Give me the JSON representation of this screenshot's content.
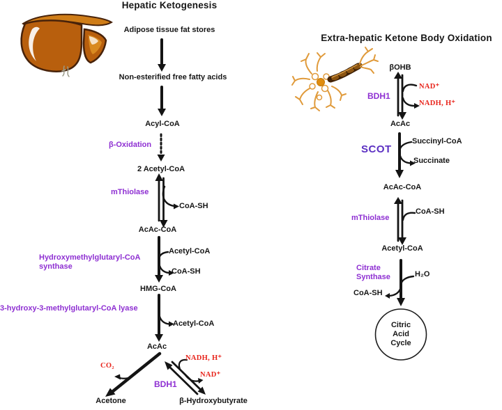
{
  "colors": {
    "enzyme_purple": "#8e2fd2",
    "scot_purple": "#5b2fc2",
    "cofactor_red": "#e8231a",
    "ink": "#141414",
    "liver_orange": "#b85f0d",
    "neuron_orange": "#e09a3a"
  },
  "illustrations": {
    "liver": "liver-cartoon",
    "neuron": "neuron-cartoon"
  },
  "left": {
    "title": "Hepatic Ketogenesis",
    "adipose": "Adipose tissue fat stores",
    "nefa": "Non-esterified free fatty acids",
    "acyl_coa": "Acyl-CoA",
    "beta_oxidation": "β-Oxidation",
    "two_acetyl_coa": "2 Acetyl-CoA",
    "mthiolase": "mThiolase",
    "coa_sh_thiolase": "CoA-SH",
    "acac_coa": "AcAc-CoA",
    "acetyl_coa_in": "Acetyl-CoA",
    "hmg_synthase": "Hydroxymethylglutaryl-CoA synthase",
    "coa_sh_synthase": "CoA-SH",
    "hmg_coa": "HMG-CoA",
    "hmg_lyase": "3-hydroxy-3-methylglutaryl-CoA lyase",
    "acetyl_coa_out": "Acetyl-CoA",
    "acac": "AcAc",
    "co2": "CO₂",
    "nadh_h": "NADH, H⁺",
    "nad": "NAD⁺",
    "bdh1": "BDH1",
    "acetone": "Acetone",
    "beta_hydroxybutyrate": "β-Hydroxybutyrate"
  },
  "right": {
    "title": "Extra-hepatic Ketone Body Oxidation",
    "bohb": "βOHB",
    "bdh1": "BDH1",
    "nad": "NAD⁺",
    "nadh_h": "NADH, H⁺",
    "acac": "AcAc",
    "scot": "SCOT",
    "succinyl_coa": "Succinyl-CoA",
    "succinate": "Succinate",
    "acac_coa": "AcAc-CoA",
    "mthiolase": "mThiolase",
    "coa_sh_thiolase": "CoA-SH",
    "acetyl_coa": "Acetyl-CoA",
    "citrate_synthase": "Citrate Synthase",
    "h2o": "H₂O",
    "coa_sh_citrate": "CoA-SH",
    "citric_acid_cycle": "Citric Acid Cycle"
  }
}
